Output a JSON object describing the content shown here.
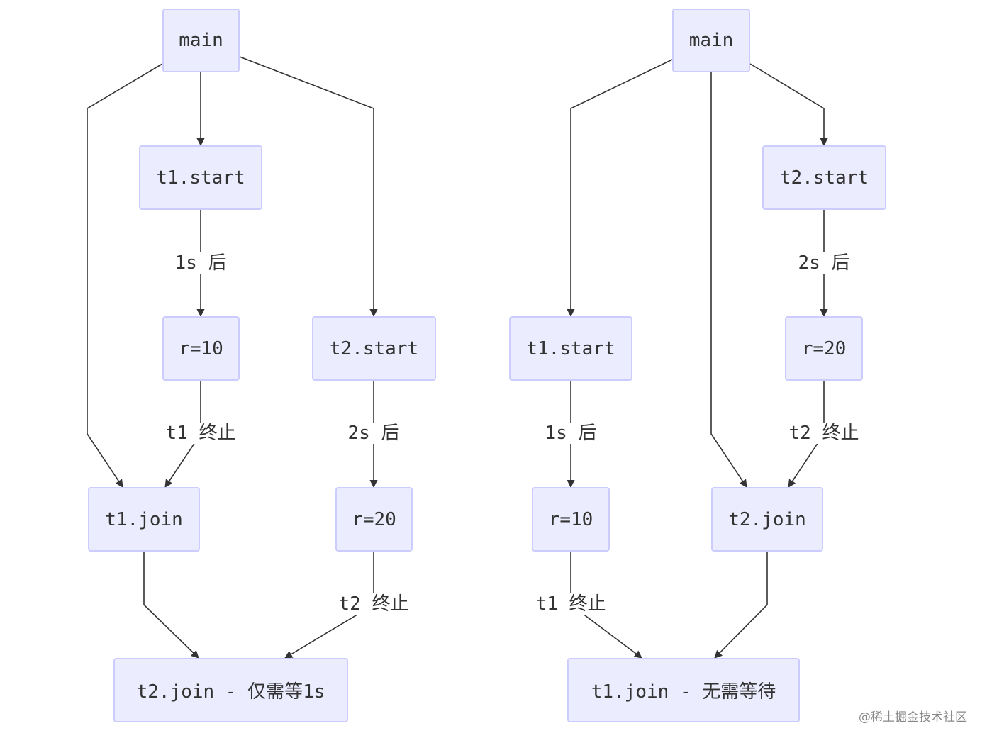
{
  "left": {
    "main": "main",
    "t1_start": "t1.start",
    "r10": "r=10",
    "t2_start": "t2.start",
    "r20": "r=20",
    "t1_join": "t1.join",
    "t2_join": "t2.join - 仅需等1s",
    "edge_1s": "1s 后",
    "edge_t1_end": "t1 终止",
    "edge_2s": "2s 后",
    "edge_t2_end": "t2 终止"
  },
  "right": {
    "main": "main",
    "t2_start": "t2.start",
    "r20": "r=20",
    "t1_start": "t1.start",
    "r10": "r=10",
    "t2_join": "t2.join",
    "t1_join": "t1.join - 无需等待",
    "edge_2s": "2s 后",
    "edge_t2_end": "t2 终止",
    "edge_1s": "1s 后",
    "edge_t1_end": "t1 终止"
  },
  "watermark": "@稀土掘金技术社区"
}
